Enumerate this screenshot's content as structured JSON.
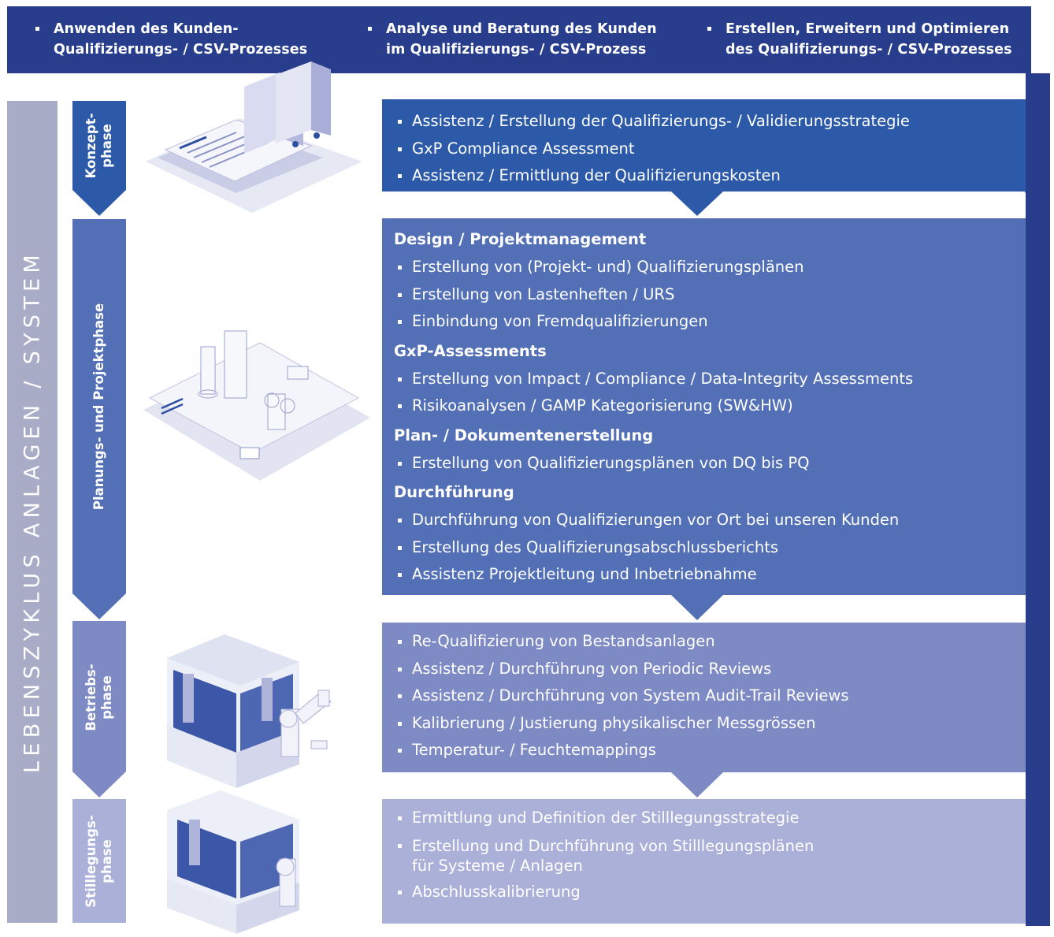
{
  "header": {
    "columns": [
      {
        "line1": "Anwenden des Kunden-",
        "line2": "Qualifizierungs- / CSV-Prozesses"
      },
      {
        "line1": "Analyse und Beratung des Kunden",
        "line2": "im Qualifizierungs- / CSV-Prozess"
      },
      {
        "line1": "Erstellen, Erweitern und Optimieren",
        "line2": "des Qualifizierungs- / CSV-Prozesses"
      }
    ]
  },
  "lifecycle_label": "LEBENSZYKLUS ANLAGEN / SYSTEM",
  "phases": [
    {
      "label": "Konzept-\nphase",
      "items": [
        "Assistenz / Erstellung der Qualifizierungs- / Validierungsstrategie",
        "GxP Compliance Assessment",
        "Assistenz / Ermittlung der Qualifizierungskosten"
      ]
    },
    {
      "label": "Planungs- und Projektphase",
      "sections": [
        {
          "title": "Design / Projektmanagement",
          "items": [
            "Erstellung von (Projekt- und) Qualifizierungsplänen",
            "Erstellung von Lastenheften / URS",
            "Einbindung von Fremdqualifizierungen"
          ]
        },
        {
          "title": "GxP-Assessments",
          "items": [
            "Erstellung von Impact / Compliance / Data-Integrity Assessments",
            "Risikoanalysen / GAMP Kategorisierung (SW&HW)"
          ]
        },
        {
          "title": "Plan- / Dokumentenerstellung",
          "items": [
            "Erstellung von Qualifizierungsplänen von DQ bis PQ"
          ]
        },
        {
          "title": "Durchführung",
          "items": [
            "Durchführung von Qualifizierungen vor Ort bei unseren Kunden",
            "Erstellung des Qualifizierungsabschlussberichts",
            "Assistenz Projektleitung und Inbetriebnahme"
          ]
        }
      ]
    },
    {
      "label": "Betriebs-\nphase",
      "items": [
        "Re-Qualifizierung von Bestandsanlagen",
        "Assistenz / Durchführung von Periodic Reviews",
        "Assistenz / Durchführung von System Audit-Trail Reviews",
        "Kalibrierung / Justierung physikalischer Messgrössen",
        "Temperatur- / Feuchtemappings"
      ]
    },
    {
      "label": "Stilllegungs-\nphase",
      "items": [
        "Ermittlung und Definition der Stilllegungsstrategie",
        "Erstellung und Durchführung von Stilllegungsplänen\nfür Systeme / Anlagen",
        "Abschlusskalibrierung"
      ]
    }
  ],
  "colors": {
    "header": "#283e8c",
    "right_column": "#283e8c",
    "phase1": "#2c5aa8",
    "phase2": "#5370b6",
    "phase3": "#7e8ac4",
    "phase4": "#aab0d8",
    "lifecycle_bar": "#a8acc6"
  }
}
